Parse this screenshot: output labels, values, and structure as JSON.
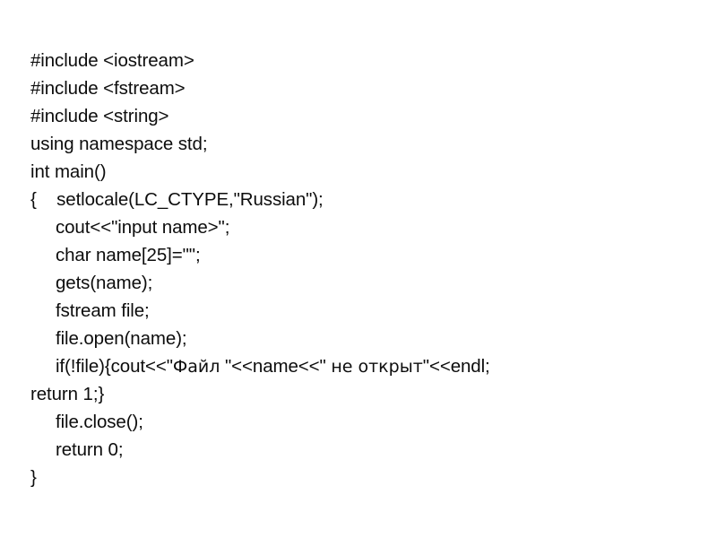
{
  "slide": {
    "background_color": "#ffffff",
    "text_color": "#0d0d0d",
    "language": "cpp",
    "code_lines": [
      "#include <iostream>",
      "#include <fstream>",
      "#include <string>",
      "using namespace std;",
      "int main()",
      "{    setlocale(LC_CTYPE,\"Russian\");",
      "     cout<<\"input name>\";",
      "     char name[25]=\"\";",
      "     gets(name);",
      "     fstream file;",
      "     file.open(name);",
      "     if(!file){cout<<\"Файл \"<<name<<\" не открыт\"<<endl;",
      "return 1;}",
      "     file.close();",
      "     return 0;",
      "}"
    ],
    "line_segments": [
      [
        {
          "t": "#include <iostream>",
          "cyr": false
        }
      ],
      [
        {
          "t": "#include <fstream>",
          "cyr": false
        }
      ],
      [
        {
          "t": "#include <string>",
          "cyr": false
        }
      ],
      [
        {
          "t": "using namespace std;",
          "cyr": false
        }
      ],
      [
        {
          "t": "int main()",
          "cyr": false
        }
      ],
      [
        {
          "t": "{    setlocale(LC_CTYPE,\"Russian\");",
          "cyr": false
        }
      ],
      [
        {
          "t": "     cout<<\"input name>\";",
          "cyr": false
        }
      ],
      [
        {
          "t": "     char name[25]=\"\";",
          "cyr": false
        }
      ],
      [
        {
          "t": "     gets(name);",
          "cyr": false
        }
      ],
      [
        {
          "t": "     fstream file;",
          "cyr": false
        }
      ],
      [
        {
          "t": "     file.open(name);",
          "cyr": false
        }
      ],
      [
        {
          "t": "     if(!file){cout<<\"",
          "cyr": false
        },
        {
          "t": "Файл",
          "cyr": true
        },
        {
          "t": " \"<<name<<\" ",
          "cyr": false
        },
        {
          "t": "не открыт",
          "cyr": true
        },
        {
          "t": "\"<<endl;",
          "cyr": false
        }
      ],
      [
        {
          "t": "return 1;}",
          "cyr": false
        }
      ],
      [
        {
          "t": "     file.close();",
          "cyr": false
        }
      ],
      [
        {
          "t": "     return 0;",
          "cyr": false
        }
      ],
      [
        {
          "t": "}",
          "cyr": false
        }
      ]
    ]
  }
}
